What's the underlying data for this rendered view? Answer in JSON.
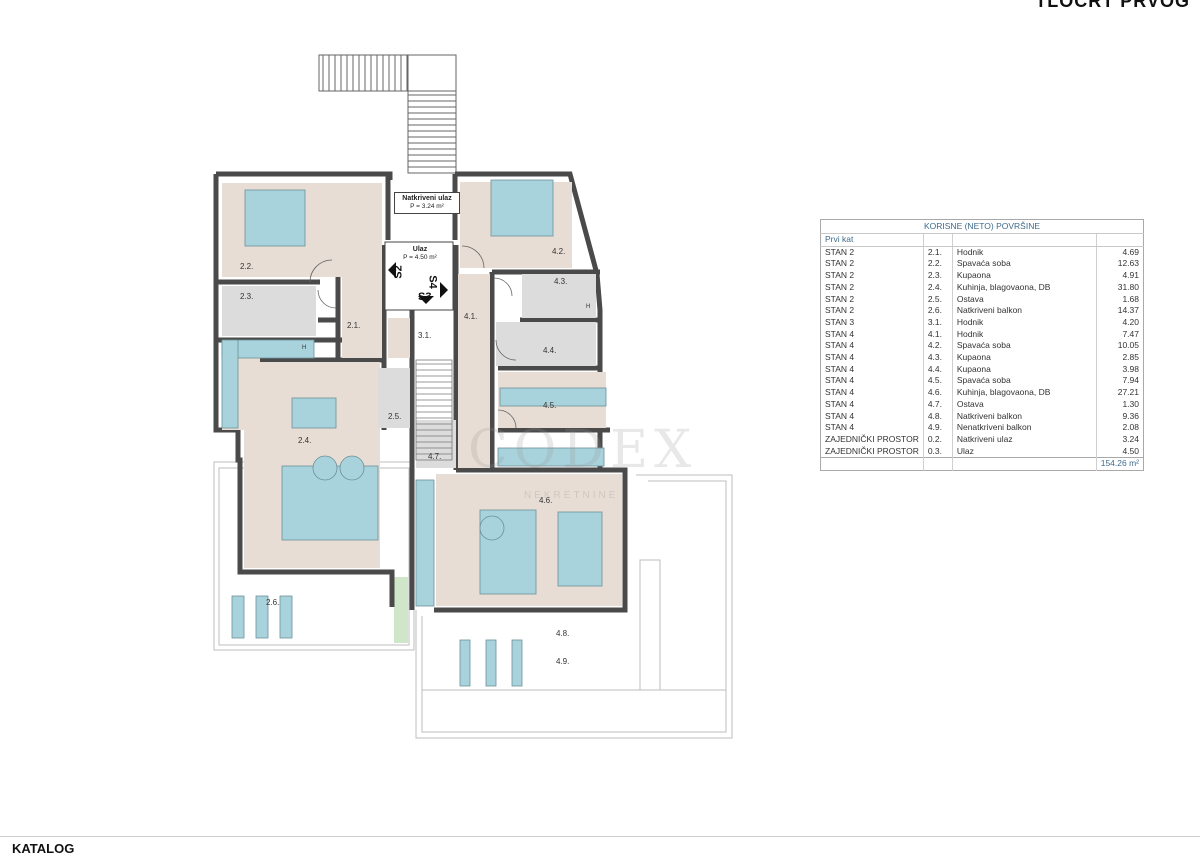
{
  "header": {
    "title": "TLOCRT PRVOG"
  },
  "footer": {
    "label": "KATALOG"
  },
  "plan": {
    "entry_covered": {
      "title": "Natkriveni ulaz",
      "area": "P = 3.24 m²"
    },
    "entry": {
      "title": "Ulaz",
      "area": "P = 4.50 m²"
    },
    "stair_tags": [
      "S2",
      "S3",
      "S4"
    ],
    "rooms": [
      "2.1.",
      "2.2.",
      "2.3.",
      "2.4.",
      "2.5.",
      "2.6.",
      "3.1.",
      "4.1.",
      "4.2.",
      "4.3.",
      "4.4.",
      "4.5.",
      "4.6.",
      "4.7.",
      "4.8.",
      "4.9."
    ],
    "appliance_mark": "H"
  },
  "watermark": {
    "brand": "CODEX",
    "sub": "NEKRETNINE"
  },
  "table": {
    "title": "KORISNE (NETO) POVRŠINE",
    "section": "Prvi kat",
    "rows": [
      [
        "STAN 2",
        "2.1.",
        "Hodnik",
        "4.69"
      ],
      [
        "STAN 2",
        "2.2.",
        "Spavaća soba",
        "12.63"
      ],
      [
        "STAN 2",
        "2.3.",
        "Kupaona",
        "4.91"
      ],
      [
        "STAN 2",
        "2.4.",
        "Kuhinja, blagovaona, DB",
        "31.80"
      ],
      [
        "STAN 2",
        "2.5.",
        "Ostava",
        "1.68"
      ],
      [
        "STAN 2",
        "2.6.",
        "Natkriveni balkon",
        "14.37"
      ],
      [
        "STAN 3",
        "3.1.",
        "Hodnik",
        "4.20"
      ],
      [
        "STAN 4",
        "4.1.",
        "Hodnik",
        "7.47"
      ],
      [
        "STAN 4",
        "4.2.",
        "Spavaća soba",
        "10.05"
      ],
      [
        "STAN 4",
        "4.3.",
        "Kupaona",
        "2.85"
      ],
      [
        "STAN 4",
        "4.4.",
        "Kupaona",
        "3.98"
      ],
      [
        "STAN 4",
        "4.5.",
        "Spavaća soba",
        "7.94"
      ],
      [
        "STAN 4",
        "4.6.",
        "Kuhinja, blagovaona, DB",
        "27.21"
      ],
      [
        "STAN 4",
        "4.7.",
        "Ostava",
        "1.30"
      ],
      [
        "STAN 4",
        "4.8.",
        "Natkriveni balkon",
        "9.36"
      ],
      [
        "STAN 4",
        "4.9.",
        "Nenatkriveni balkon",
        "2.08"
      ],
      [
        "ZAJEDNIČKI PROSTOR",
        "0.2.",
        "Natkriveni ulaz",
        "3.24"
      ],
      [
        "ZAJEDNIČKI PROSTOR",
        "0.3.",
        "Ulaz",
        "4.50"
      ]
    ],
    "total": "154.26 m²"
  },
  "colors": {
    "room_fill": "#e8ddd5",
    "bath_fill": "#dcdcdc",
    "furniture": "#a9d3dc",
    "wall": "#4a4a4a",
    "terrace_line": "#bdbdbd",
    "table_accent": "#3d6b8c"
  }
}
